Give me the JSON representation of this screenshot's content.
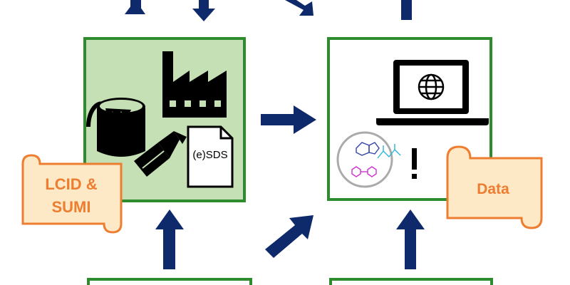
{
  "labels": {
    "left_banner_line1": "LCID &",
    "left_banner_line2": "SUMI",
    "right_banner": "Data",
    "document_label": "(e)SDS",
    "exclamation": "!"
  },
  "colors": {
    "box_border": "#2e8b2e",
    "left_box_fill": "#c5e0b4",
    "right_box_fill": "#ffffff",
    "arrow": "#0e2a6b",
    "banner_fill": "#fde9c6",
    "banner_border": "#ed7d31",
    "banner_text": "#ed7d31",
    "icon": "#000000"
  },
  "icons": [
    "paint-bucket-icon",
    "factory-icon",
    "paintbrush-icon",
    "document-icon",
    "laptop-globe-icon",
    "molecule-circle-icon",
    "exclamation-icon"
  ]
}
